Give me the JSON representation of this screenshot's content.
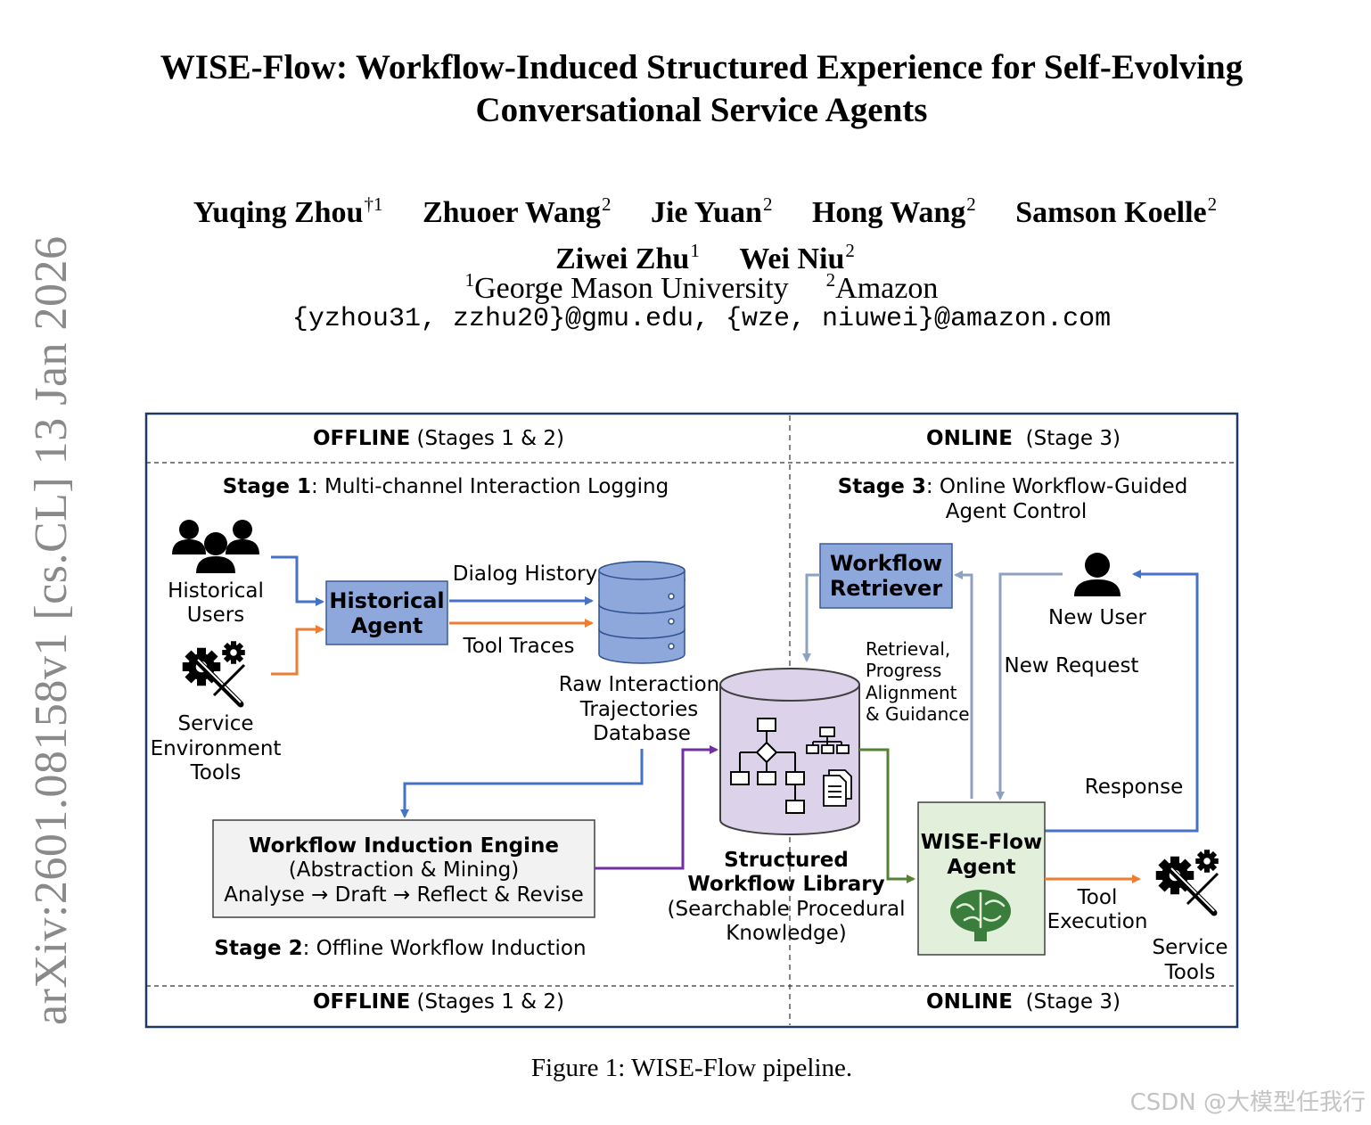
{
  "arxiv_id": "arXiv:2601.08158v1  [cs.CL]  13 Jan 2026",
  "title_line1": "WISE-Flow: Workflow-Induced Structured Experience for Self-Evolving",
  "title_line2": "Conversational Service Agents",
  "authors": [
    {
      "name": "Yuqing Zhou",
      "sup": "†1"
    },
    {
      "name": "Zhuoer Wang",
      "sup": "2"
    },
    {
      "name": "Jie Yuan",
      "sup": "2"
    },
    {
      "name": "Hong Wang",
      "sup": "2"
    },
    {
      "name": "Samson Koelle",
      "sup": "2"
    },
    {
      "name": "Ziwei Zhu",
      "sup": "1"
    },
    {
      "name": "Wei Niu",
      "sup": "2"
    }
  ],
  "affiliations": [
    {
      "sup": "1",
      "name": "George Mason University"
    },
    {
      "sup": "2",
      "name": "Amazon"
    }
  ],
  "emails": "{yzhou31, zzhu20}@gmu.edu, {wze, niuwei}@amazon.com",
  "figure": {
    "offline_header": {
      "bold": "OFFLINE",
      "rest": " (Stages 1 & 2)"
    },
    "online_header": {
      "bold": "ONLINE",
      "rest": "  (Stage 3)"
    },
    "stage1": {
      "bold": "Stage 1",
      "rest": ": Multi-channel Interaction Logging"
    },
    "stage2": {
      "bold": "Stage 2",
      "rest": ": Offline Workflow Induction"
    },
    "stage3": {
      "bold": "Stage 3",
      "rest": ": Online Workflow-Guided",
      "line2": "Agent Control"
    },
    "historical_users": [
      "Historical",
      "Users"
    ],
    "service_env_tools": [
      "Service",
      "Environment",
      "Tools"
    ],
    "historical_agent": [
      "Historical",
      "Agent"
    ],
    "dialog_history": "Dialog History",
    "tool_traces": "Tool Traces",
    "raw_db": [
      "Raw Interaction",
      "Trajectories",
      "Database"
    ],
    "induction_engine": {
      "title": "Workflow Induction Engine",
      "line2": "(Abstraction & Mining)",
      "line3": "Analyse → Draft → Reflect & Revise"
    },
    "library": {
      "title1": "Structured",
      "title2": "Workflow Library",
      "sub1": "(Searchable Procedural",
      "sub2": "Knowledge)"
    },
    "workflow_retriever": [
      "Workflow",
      "Retriever"
    ],
    "retrieval_label": [
      "Retrieval,",
      "Progress",
      "Alignment",
      "& Guidance"
    ],
    "new_user": "New User",
    "new_request": "New Request",
    "response": "Response",
    "wise_agent": [
      "WISE-Flow",
      "Agent"
    ],
    "tool_execution": [
      "Tool",
      "Execution"
    ],
    "service_tools": [
      "Service",
      "Tools"
    ],
    "colors": {
      "blue": "#4472c4",
      "orange": "#ed7d31",
      "purple": "#7030a0",
      "green": "#548235",
      "grey_arrow": "#8ea1c0",
      "agent_fill": "#8fa8dc",
      "library_fill": "#dcd3ea",
      "wise_fill": "#e2efda",
      "brain": "#3b7d3c"
    }
  },
  "caption": "Figure 1: WISE-Flow pipeline.",
  "watermark": "CSDN @大模型任我行"
}
